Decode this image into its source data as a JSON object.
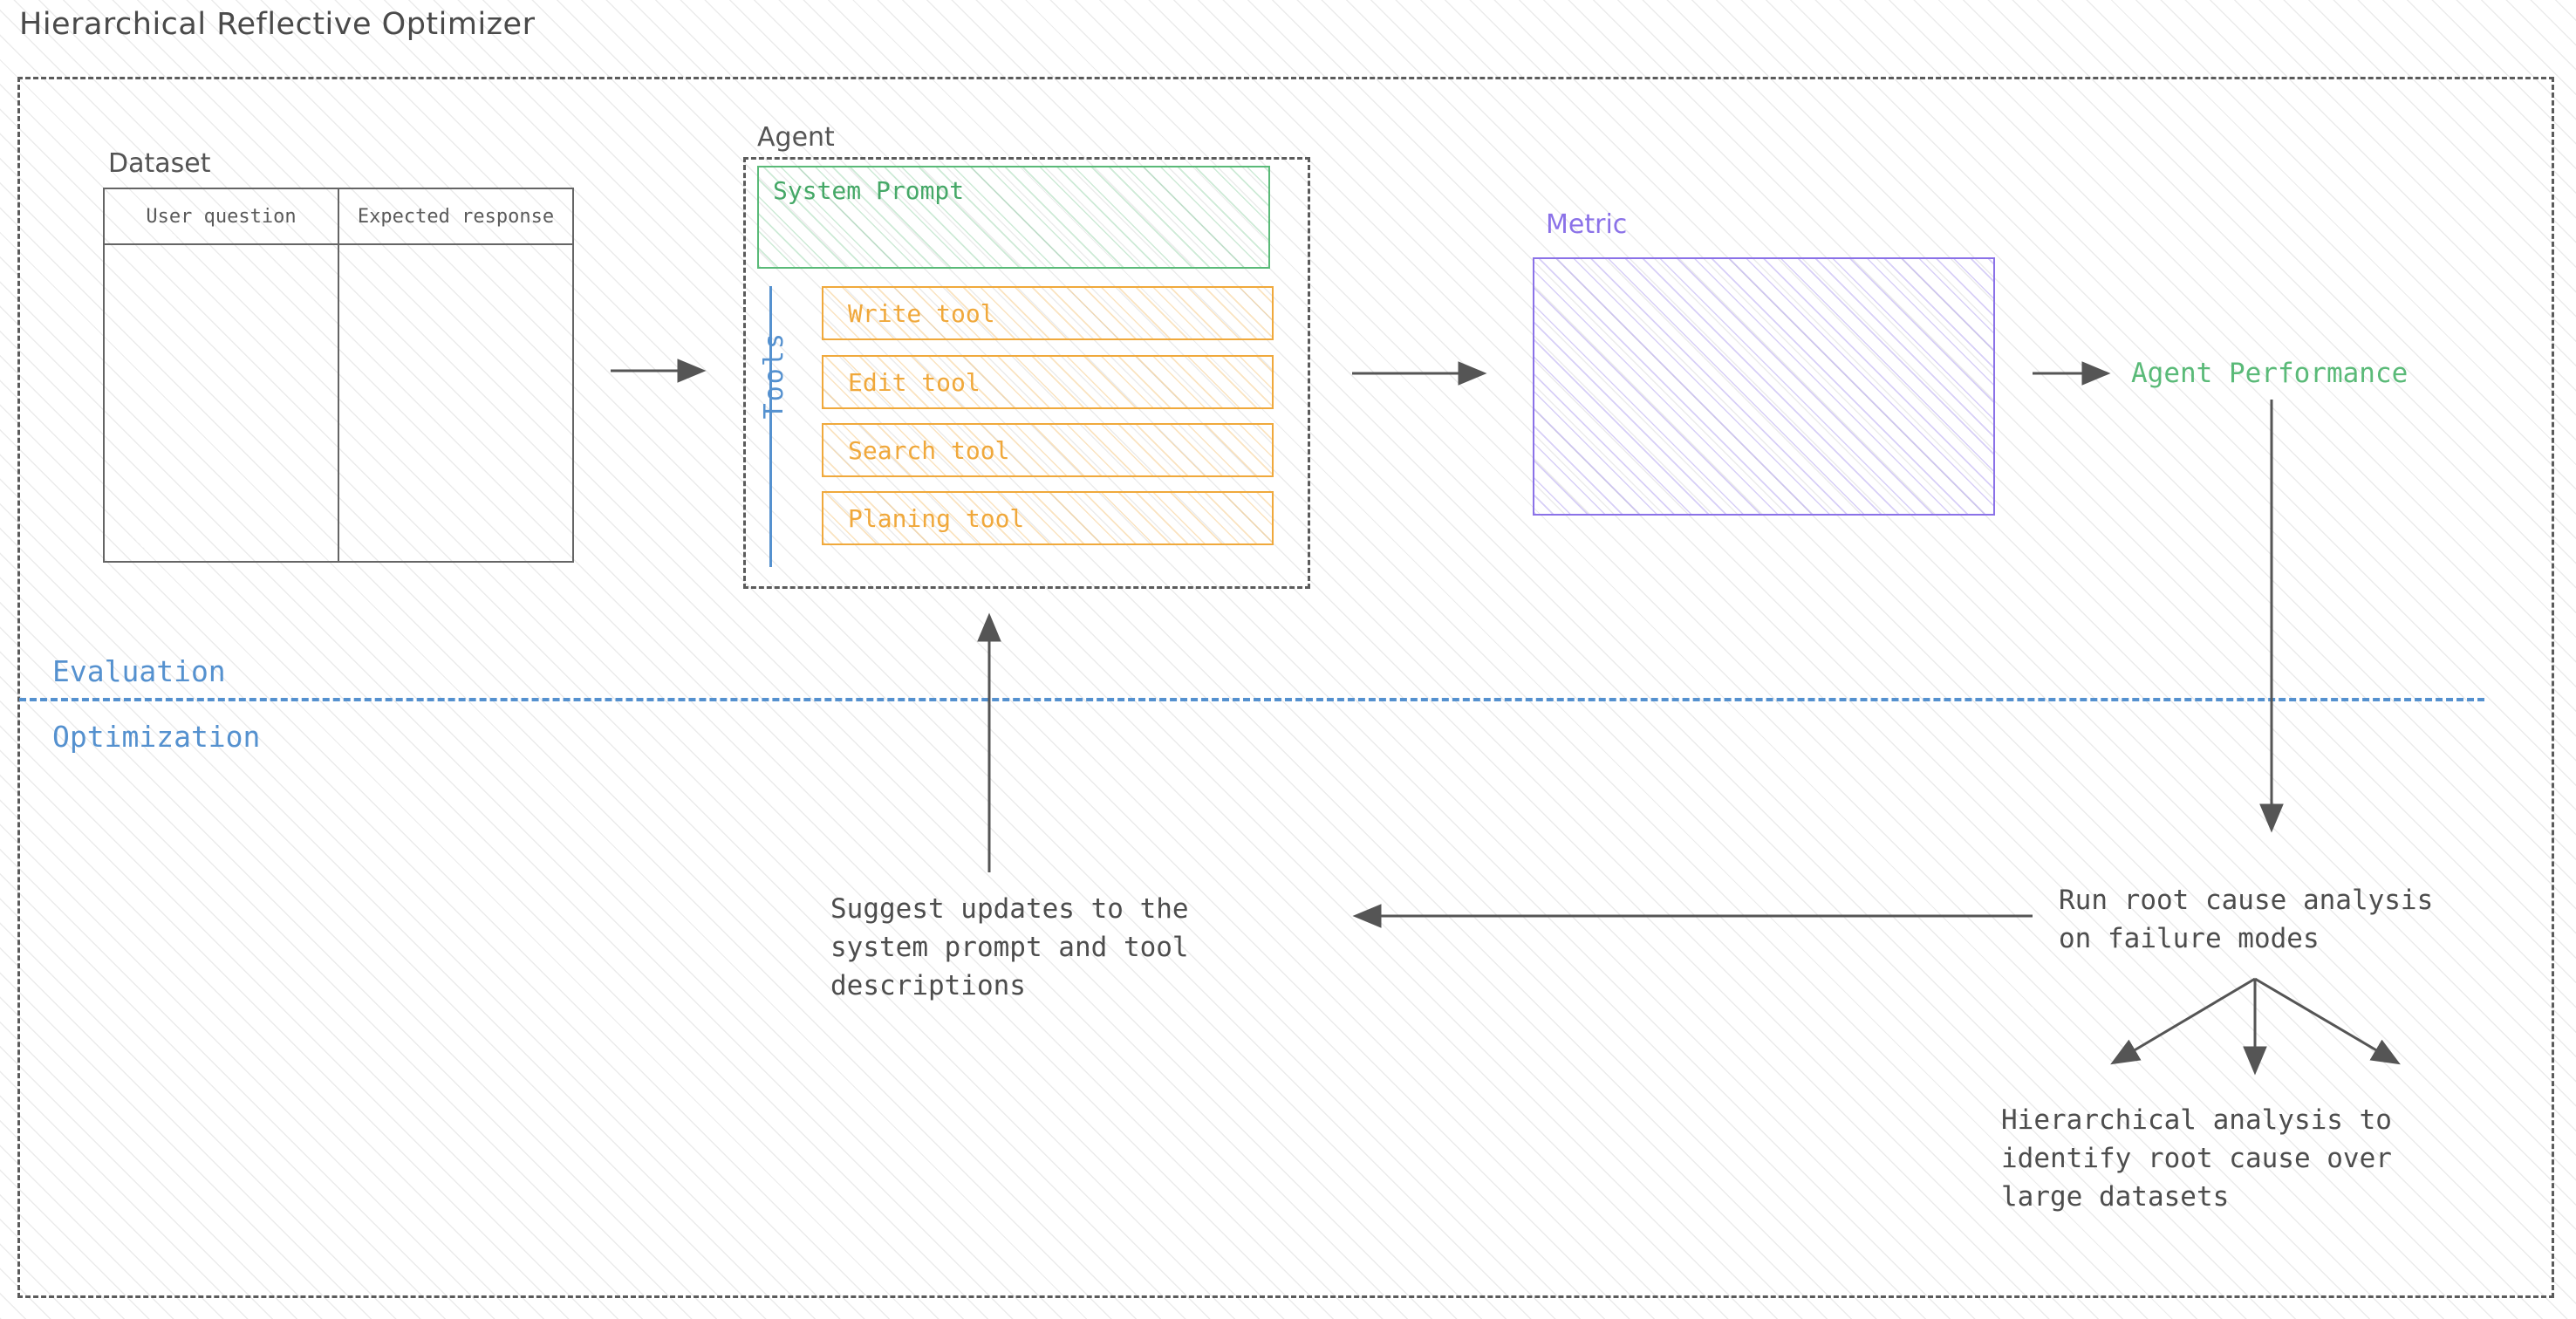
{
  "title": "Hierarchical Reflective Optimizer",
  "sections": {
    "evaluation_label": "Evaluation",
    "optimization_label": "Optimization"
  },
  "dataset": {
    "caption": "Dataset",
    "columns": [
      "User question",
      "Expected response"
    ],
    "rows": [
      [
        "",
        ""
      ]
    ]
  },
  "agent": {
    "caption": "Agent",
    "system_prompt_label": "System Prompt",
    "tools_label": "Tools",
    "tools": [
      "Write tool",
      "Edit tool",
      "Search tool",
      "Planing tool"
    ]
  },
  "metric": {
    "caption": "Metric"
  },
  "performance": {
    "label": "Agent Performance"
  },
  "optimization": {
    "suggest_text": "Suggest updates to the\nsystem prompt and tool\ndescriptions",
    "root_cause_text": "Run root cause analysis\non failure modes",
    "hierarchical_text": "Hierarchical analysis to\nidentify root cause over\nlarge datasets"
  },
  "colors": {
    "frame": "#5b5b5b",
    "section": "#5591cf",
    "prompt": "#5aba78",
    "tool": "#f0a93c",
    "metric": "#8b72e8",
    "performance": "#5aba78",
    "text": "#4d4d4d"
  }
}
